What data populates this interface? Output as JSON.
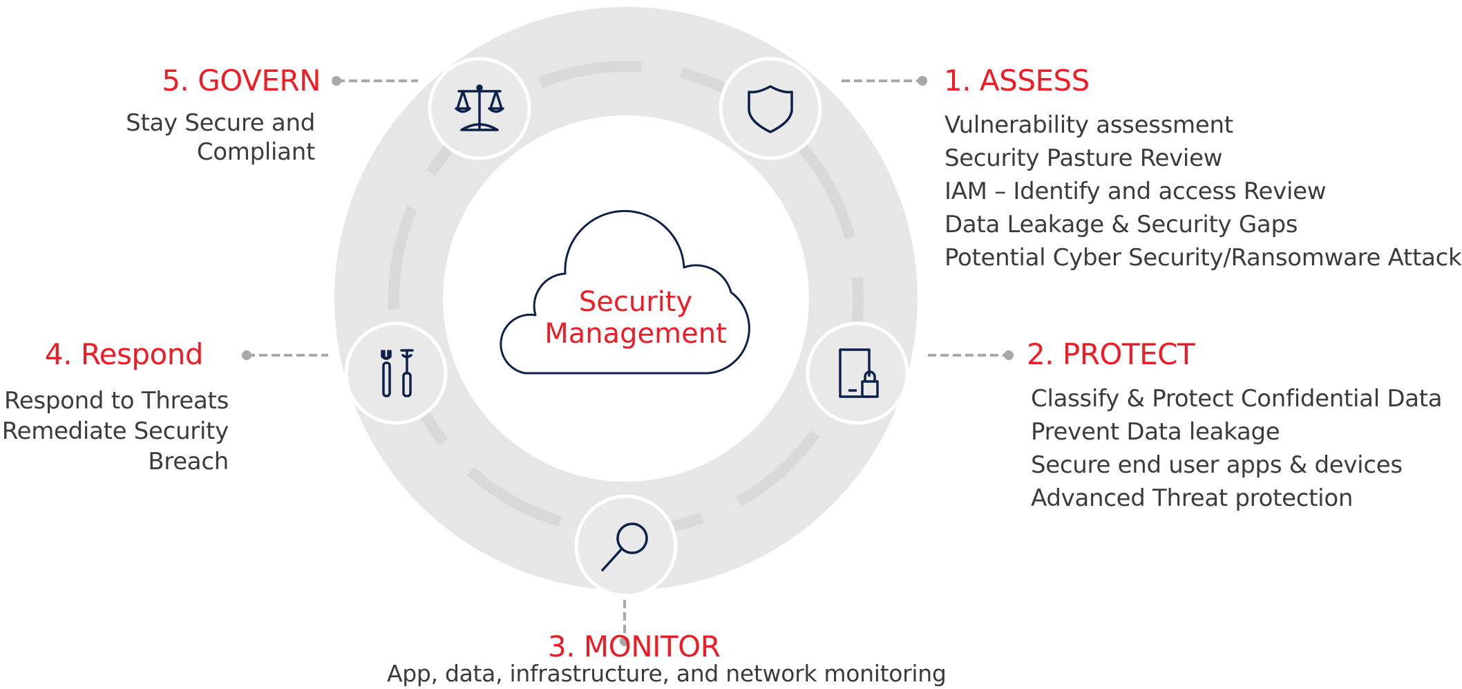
{
  "center": {
    "line1": "Security",
    "line2": "Management"
  },
  "steps": [
    {
      "id": "assess",
      "title": "1. ASSESS",
      "icon": "shield-icon",
      "items": [
        "Vulnerability assessment",
        "Security Pasture Review",
        "IAM – Identify and access Review",
        "Data Leakage & Security Gaps",
        "Potential Cyber Security/Ransomware Attacks"
      ]
    },
    {
      "id": "protect",
      "title": "2. PROTECT",
      "icon": "document-lock-icon",
      "items": [
        "Classify & Protect Confidential Data",
        "Prevent Data leakage",
        "Secure end user apps & devices",
        "Advanced Threat protection"
      ]
    },
    {
      "id": "monitor",
      "title": "3. MONITOR",
      "icon": "magnifier-icon",
      "items": [
        "App, data, infrastructure, and network monitoring"
      ]
    },
    {
      "id": "respond",
      "title": "4. Respond",
      "icon": "tools-icon",
      "items": [
        "Respond to Threats",
        "Remediate Security",
        "Breach"
      ]
    },
    {
      "id": "govern",
      "title": "5. GOVERN",
      "icon": "scales-icon",
      "items": [
        "Stay Secure and",
        "Compliant"
      ]
    }
  ],
  "colors": {
    "accent": "#ee1c25",
    "ring": "#e6e6e6",
    "icon": "#0b2149",
    "text": "#3b3b3b",
    "connector": "#a8a8a8"
  }
}
